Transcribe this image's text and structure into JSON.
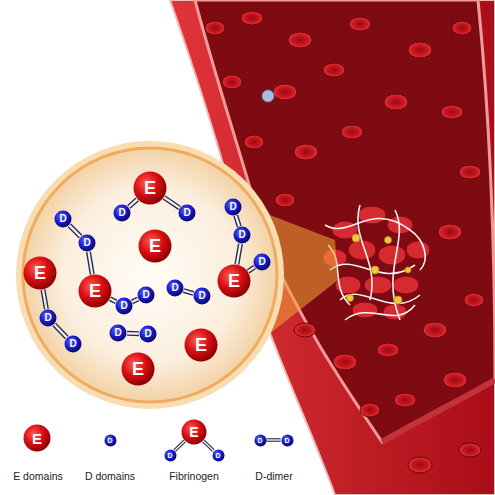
{
  "diagram": {
    "nodes": [
      {
        "text": [
          "E"
        ]
      },
      {
        "text": [
          "D"
        ]
      },
      {
        "text": [
          "D"
        ]
      },
      {
        "text": [
          "D"
        ]
      },
      {
        "text": [
          "D"
        ]
      },
      {
        "text": [
          "D"
        ]
      },
      {
        "text": [
          "D"
        ]
      },
      {
        "text": [
          "E"
        ]
      },
      {
        "text": [
          "D"
        ]
      },
      {
        "text": [
          "E"
        ]
      },
      {
        "text": [
          "E"
        ]
      },
      {
        "text": [
          "D"
        ]
      },
      {
        "text": [
          "E"
        ]
      },
      {
        "text": [
          "D"
        ]
      },
      {
        "text": [
          "D"
        ]
      },
      {
        "text": [
          "D"
        ]
      },
      {
        "text": [
          "D"
        ]
      },
      {
        "text": [
          "D"
        ]
      },
      {
        "text": [
          "D"
        ]
      },
      {
        "text": [
          "D"
        ]
      },
      {
        "text": [
          "E"
        ]
      },
      {
        "text": [
          "E"
        ]
      },
      {
        "text": [
          "E"
        ]
      },
      {
        "text": [
          "D"
        ]
      },
      {
        "text": [
          "E"
        ]
      },
      {
        "text": [
          "D"
        ]
      },
      {
        "text": [
          "D"
        ]
      },
      {
        "text": [
          "D"
        ]
      },
      {
        "text": [
          "D"
        ]
      }
    ],
    "edges": [
      {
        "from": 0,
        "to": 1,
        "arrow": "none"
      },
      {
        "from": 0,
        "to": 2,
        "arrow": "none"
      },
      {
        "from": 3,
        "to": 5,
        "arrow": "none"
      },
      {
        "from": 5,
        "to": 12,
        "arrow": "none"
      },
      {
        "from": 12,
        "to": 15,
        "arrow": "none"
      },
      {
        "from": 15,
        "to": 13,
        "arrow": "none"
      },
      {
        "from": 9,
        "to": 16,
        "arrow": "none"
      },
      {
        "from": 16,
        "to": 19,
        "arrow": "none"
      },
      {
        "from": 4,
        "to": 6,
        "arrow": "none"
      },
      {
        "from": 6,
        "to": 10,
        "arrow": "none"
      },
      {
        "from": 10,
        "to": 8,
        "arrow": "none"
      },
      {
        "from": 11,
        "to": 14,
        "arrow": "none"
      },
      {
        "from": 17,
        "to": 18,
        "arrow": "none"
      },
      {
        "from": 24,
        "to": 25,
        "arrow": "none"
      },
      {
        "from": 24,
        "to": 26,
        "arrow": "none"
      },
      {
        "from": 27,
        "to": 28,
        "arrow": "none"
      }
    ],
    "legend": [
      {
        "text": "E domains"
      },
      {
        "text": "D domains"
      },
      {
        "text": "Fibrinogen"
      },
      {
        "text": "D-dimer"
      }
    ]
  }
}
